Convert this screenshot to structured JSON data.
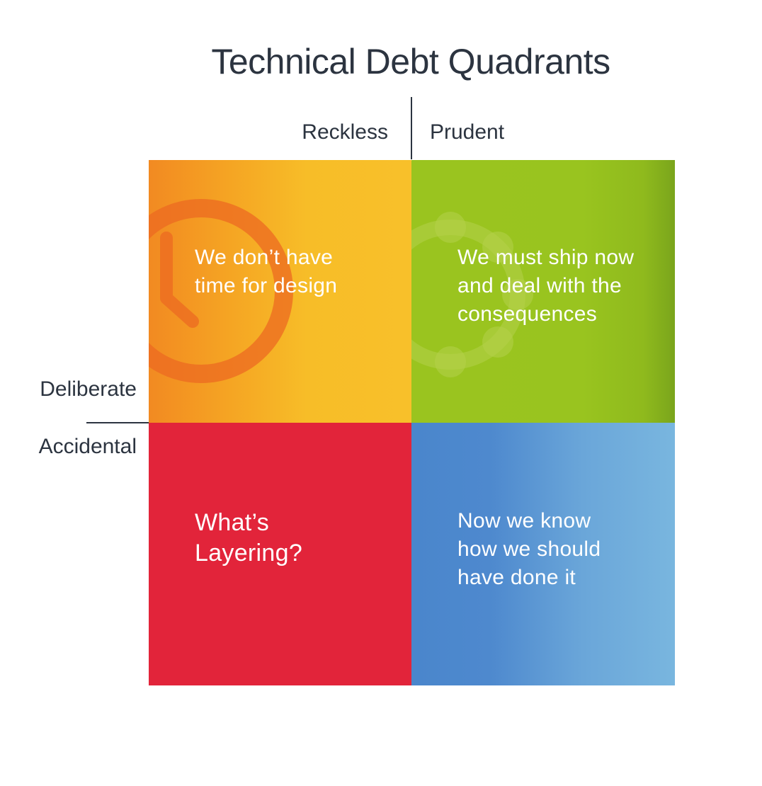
{
  "title": "Technical Debt Quadrants",
  "axes": {
    "top_left": "Reckless",
    "top_right": "Prudent",
    "left_top": "Deliberate",
    "left_bottom": "Accidental"
  },
  "quadrants": {
    "reckless_deliberate": {
      "lines": [
        "We don’t have",
        "time for design"
      ],
      "color": "#f7b928",
      "icon": "clock-icon"
    },
    "prudent_deliberate": {
      "lines": [
        "We must ship now",
        "and deal with the",
        "consequences"
      ],
      "color": "#99c41f",
      "icon": "gear-icon"
    },
    "reckless_accidental": {
      "lines": [
        "What’s",
        "Layering?"
      ],
      "color": "#e2243a"
    },
    "prudent_accidental": {
      "lines": [
        "Now we know",
        "how we should",
        "have done it"
      ],
      "color": "#5a94d2"
    }
  }
}
